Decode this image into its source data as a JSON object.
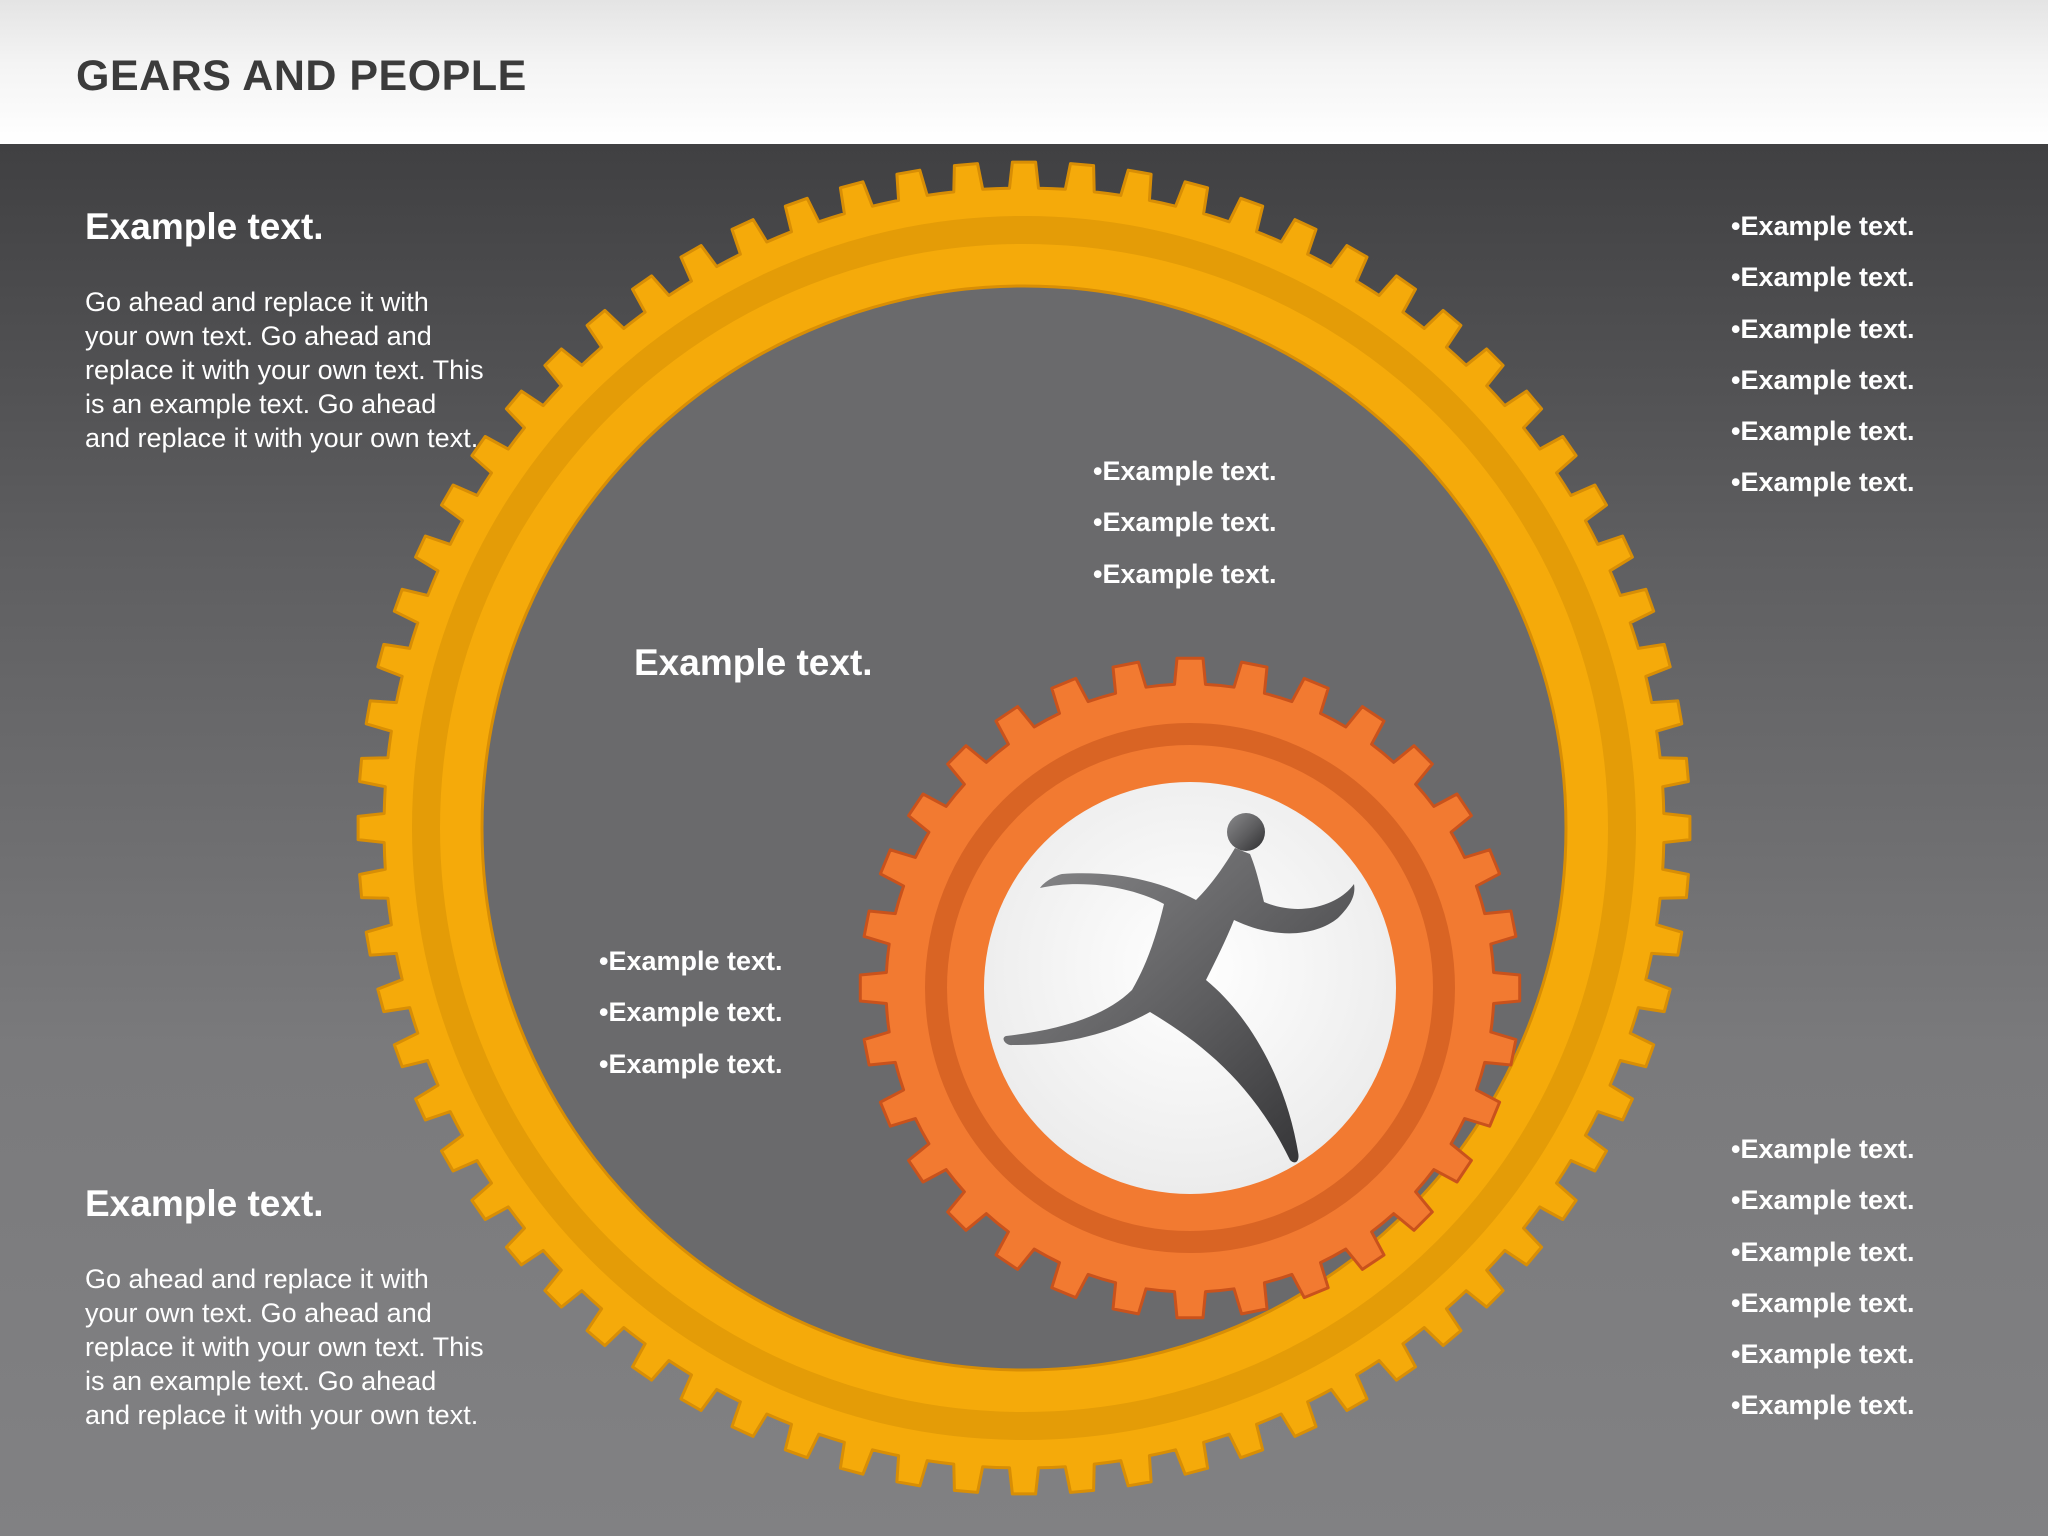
{
  "header": {
    "title": "GEARS AND PEOPLE"
  },
  "colors": {
    "big_gear": "#f5aa0a",
    "big_gear_shade": "#d68f06",
    "small_gear": "#f27a31",
    "small_gear_shade": "#c8551d",
    "figure": "#5a5a5c",
    "hub": "#ffffff"
  },
  "icons": {
    "center_figure": "running-person-icon"
  },
  "top_left": {
    "heading": "Example text.",
    "body": "Go ahead and replace it with your own text. Go ahead and replace it with your own text. This is an example text. Go ahead and replace it with your own text."
  },
  "bottom_left": {
    "heading": "Example text.",
    "body": "Go ahead and replace it with your own text. Go ahead and replace it with your own text. This is an example text. Go ahead and replace it with your own text."
  },
  "center_heading": "Example text.",
  "top_right_bullets": [
    "Example text.",
    "Example text.",
    "Example text.",
    "Example text.",
    "Example text.",
    "Example text."
  ],
  "center_upper_bullets": [
    "Example text.",
    "Example text.",
    "Example text."
  ],
  "center_lower_bullets": [
    "Example text.",
    "Example text.",
    "Example text."
  ],
  "bottom_right_bullets": [
    "Example text.",
    "Example text.",
    "Example text.",
    "Example text.",
    "Example text.",
    "Example text."
  ]
}
